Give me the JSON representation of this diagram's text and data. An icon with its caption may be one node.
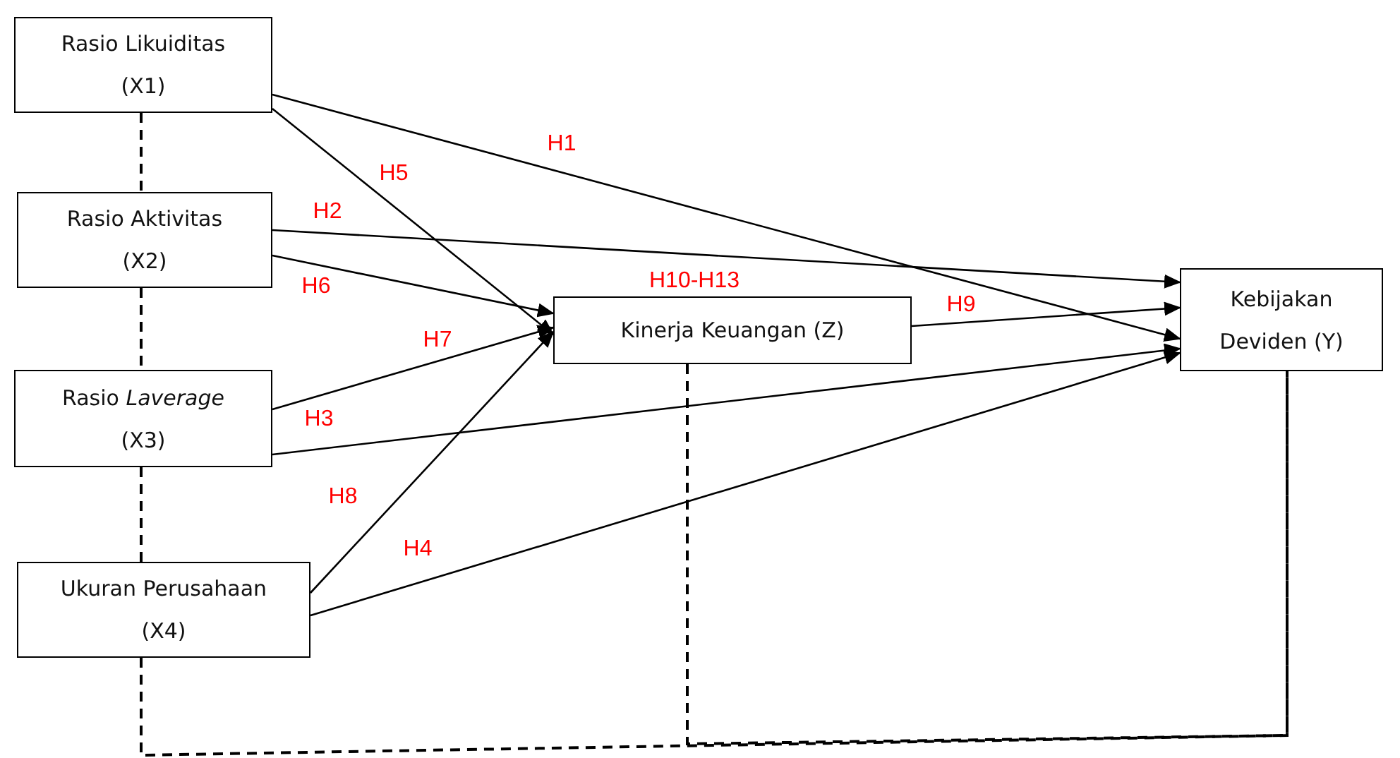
{
  "diagram": {
    "nodes": [
      {
        "text": [
          "Rasio Likuiditas",
          "(X1)"
        ]
      },
      {
        "text": [
          "Rasio Aktivitas",
          "(X2)"
        ]
      },
      {
        "text": [
          "Rasio *Laverage*",
          "(X3)"
        ]
      },
      {
        "text": [
          "Ukuran Perusahaan",
          "(X4)"
        ]
      },
      {
        "text": [
          "Kinerja Keuangan (Z)"
        ]
      },
      {
        "text": [
          "Kebijakan Deviden (Y)"
        ]
      }
    ],
    "edges": [
      {
        "from": 0,
        "to": 5,
        "arrow": "to",
        "label": "H1"
      },
      {
        "from": 1,
        "to": 5,
        "arrow": "to",
        "label": "H2"
      },
      {
        "from": 2,
        "to": 5,
        "arrow": "to",
        "label": "H3"
      },
      {
        "from": 3,
        "to": 5,
        "arrow": "to",
        "label": "H4"
      },
      {
        "from": 0,
        "to": 4,
        "arrow": "to",
        "label": "H5"
      },
      {
        "from": 1,
        "to": 4,
        "arrow": "to",
        "label": "H6"
      },
      {
        "from": 2,
        "to": 4,
        "arrow": "to",
        "label": "H7"
      },
      {
        "from": 3,
        "to": 4,
        "arrow": "to",
        "label": "H8"
      },
      {
        "from": 4,
        "to": 5,
        "arrow": "to",
        "label": "H9"
      },
      {
        "from": 0,
        "to": 1,
        "arrow": "none",
        "style": "dashed"
      },
      {
        "from": 1,
        "to": 2,
        "arrow": "none",
        "style": "dashed"
      },
      {
        "from": 2,
        "to": 3,
        "arrow": "none",
        "style": "dashed"
      },
      {
        "from": 3,
        "to": 5,
        "arrow": "none",
        "style": "dashed"
      },
      {
        "from": 4,
        "to": 5,
        "arrow": "none",
        "style": "dashed"
      }
    ],
    "labels": [
      "H10-H13"
    ]
  }
}
